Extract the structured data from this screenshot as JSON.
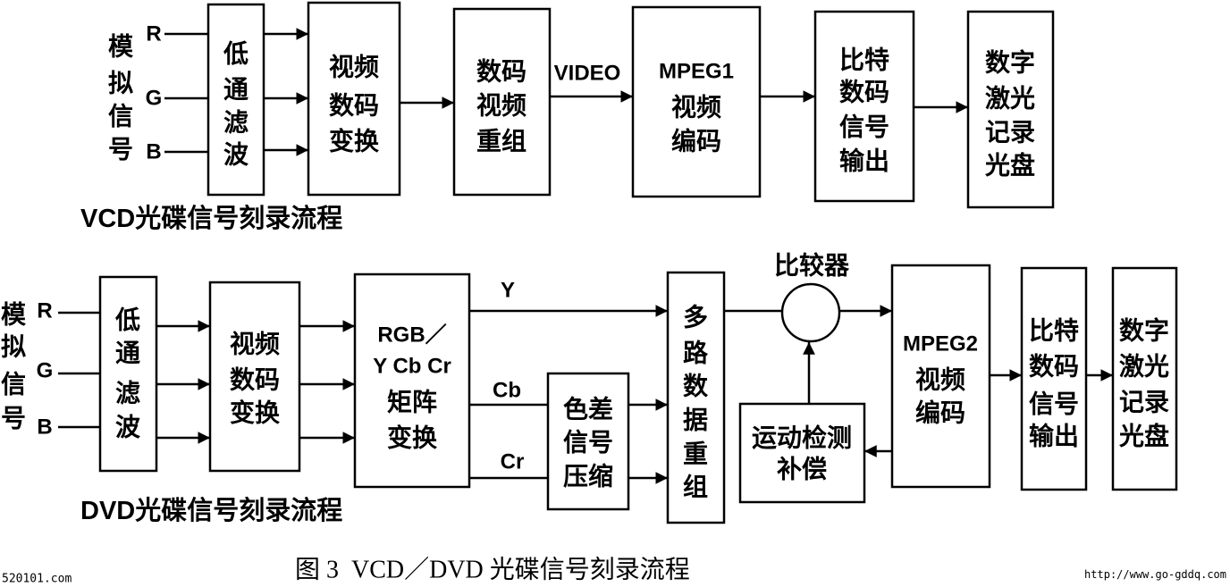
{
  "vcd": {
    "input_label": [
      "模",
      "拟",
      "信",
      "号"
    ],
    "channels": [
      "R",
      "G",
      "B"
    ],
    "lowpass_filter": [
      "低",
      "通",
      "滤",
      "波"
    ],
    "video_digital_conversion": [
      "视频",
      "数码",
      "变换"
    ],
    "digital_video_regroup": [
      "数码",
      "视频",
      "重组"
    ],
    "video_label": "VIDEO",
    "mpeg1_encoder": [
      "MPEG1",
      "视频",
      "编码"
    ],
    "bitstream_output": [
      "比特",
      "数码",
      "信号",
      "输出"
    ],
    "laser_disc": [
      "数字",
      "激光",
      "记录",
      "光盘"
    ],
    "caption": "VCD光碟信号刻录流程"
  },
  "dvd": {
    "input_label": [
      "模",
      "拟",
      "信",
      "号"
    ],
    "channels": [
      "R",
      "G",
      "B"
    ],
    "lowpass_filter": [
      "低",
      "通",
      "滤",
      "波"
    ],
    "video_digital_conversion": [
      "视频",
      "数码",
      "变换"
    ],
    "matrix_conversion": [
      "RGB／",
      "Y Cb Cr",
      "矩阵",
      "变换"
    ],
    "component_labels": [
      "Y",
      "Cb",
      "Cr"
    ],
    "chroma_compression": [
      "色差",
      "信号",
      "压缩"
    ],
    "multiplex_regroup": [
      "多",
      "路",
      "数",
      "据",
      "重",
      "组"
    ],
    "comparator_label": "比较器",
    "mpeg2_encoder": [
      "MPEG2",
      "视频",
      "编码"
    ],
    "motion_compensation": [
      "运动检测",
      "补偿"
    ],
    "bitstream_output": [
      "比特",
      "数码",
      "信号",
      "输出"
    ],
    "laser_disc": [
      "数字",
      "激光",
      "记录",
      "光盘"
    ],
    "caption": "DVD光碟信号刻录流程"
  },
  "figure_caption": "图 3  VCD／DVD 光碟信号刻录流程",
  "watermarks": {
    "left": "520101.com",
    "right": "http://www.go-gddq.com"
  }
}
